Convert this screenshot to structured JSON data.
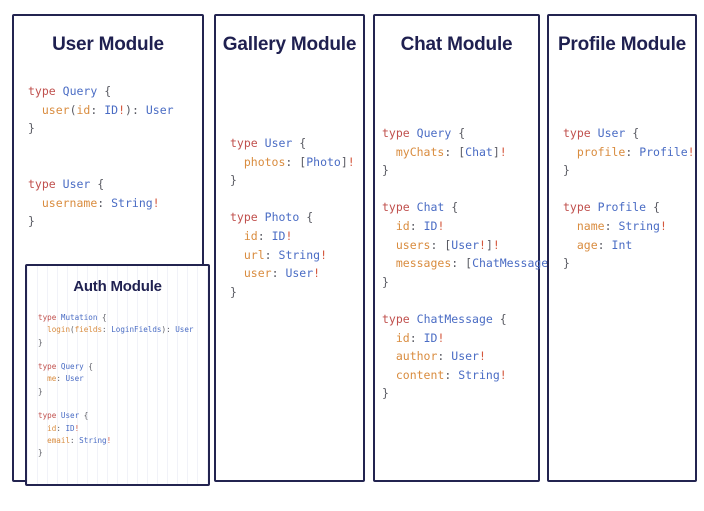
{
  "diagram": {
    "title_user": "User Module",
    "title_auth": "Auth Module",
    "title_gallery": "Gallery Module",
    "title_chat": "Chat Module",
    "title_profile": "Profile Module",
    "colors": {
      "border": "#232450",
      "title": "#1f2050",
      "keyword": "#c0504d",
      "type_name": "#4a6cc4",
      "field_name": "#d98c3f",
      "punctuation": "#5a5b63",
      "bang": "#d4573c",
      "background": "#ffffff"
    },
    "code_user": "type Query {\n  user(id: ID!): User\n}\n\n\ntype User {\n  username: String!\n}",
    "code_auth": "type Mutation {\n  login(fields: LoginFields): User\n}\n\ntype Query {\n  me: User\n}\n\ntype User {\n  id: ID!\n  email: String!\n}",
    "code_gallery": "type User {\n  photos: [Photo]!\n}\n\ntype Photo {\n  id: ID!\n  url: String!\n  user: User!\n}",
    "code_chat": "type Query {\n  myChats: [Chat]!\n}\n\ntype Chat {\n  id: ID!\n  users: [User!]!\n  messages: [ChatMessage]!\n}\n\ntype ChatMessage {\n  id: ID!\n  author: User!\n  content: String!\n}",
    "code_profile": "type User {\n  profile: Profile!\n}\n\ntype Profile {\n  name: String!\n  age: Int\n}"
  }
}
